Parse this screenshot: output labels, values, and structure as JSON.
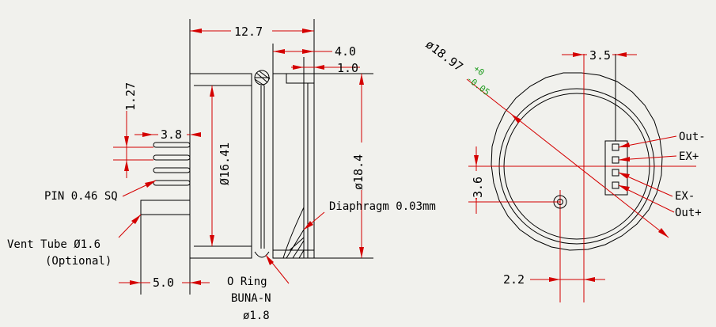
{
  "side_view": {
    "dim_length": "12.7",
    "dim_step": "4.0",
    "dim_lip": "1.0",
    "dim_pin_pitch": "1.27",
    "dim_pin_length": "3.8",
    "dim_inner_dia": "Ø16.41",
    "dim_outer_dia": "ø18.4",
    "dim_vent_offset": "5.0",
    "label_pin": "PIN 0.46 SQ",
    "label_vent_1": "Vent Tube Ø1.6",
    "label_vent_2": "(Optional)",
    "label_diaphragm": "Diaphragm 0.03mm",
    "label_oring_1": "O Ring",
    "label_oring_2": "BUNA-N",
    "label_oring_3": "ø1.8"
  },
  "front_view": {
    "dim_diameter": "ø18.97",
    "tol_upper": "+0",
    "tol_lower": "-0.05",
    "dim_pin_width": "3.5",
    "dim_vent_height": "3.6",
    "dim_vent_x": "2.2",
    "pin_labels": [
      "Out-",
      "EX+",
      "EX-",
      "Out+"
    ]
  },
  "colors": {
    "background": "#f1f1ed",
    "outline": "#000000",
    "dimension": "#d40000",
    "tolerance": "#1a9a1a"
  }
}
